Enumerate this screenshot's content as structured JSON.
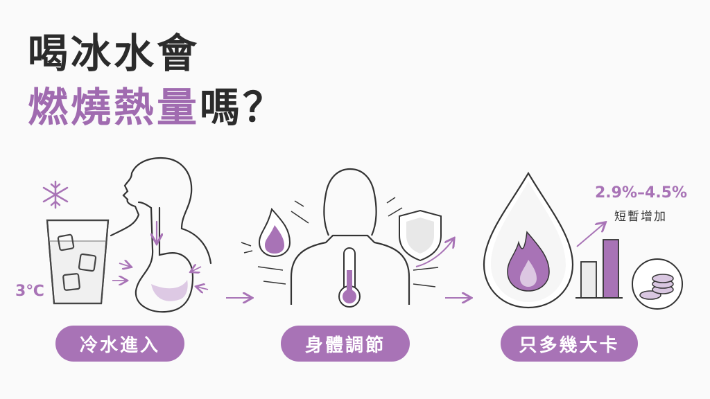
{
  "title": {
    "line1": "喝冰水會",
    "line2_highlight": "燃燒熱量",
    "line2_rest": "嗎？"
  },
  "steps": [
    {
      "label": "冷水進入"
    },
    {
      "label": "身體調節"
    },
    {
      "label": "只多幾大卡"
    }
  ],
  "temperature": "3℃",
  "increase": {
    "range": "2.9%–4.5%",
    "caption": "短暫增加"
  },
  "colors": {
    "accent": "#a873b6",
    "text": "#2b2b2b",
    "line": "#333333"
  },
  "icons": [
    "snowflake-icon",
    "glass-icon",
    "stomach-icon",
    "flame-icon",
    "thermometer-icon",
    "shield-icon",
    "water-drop-icon",
    "bar-chart-icon",
    "coins-icon",
    "arrow-icon"
  ]
}
